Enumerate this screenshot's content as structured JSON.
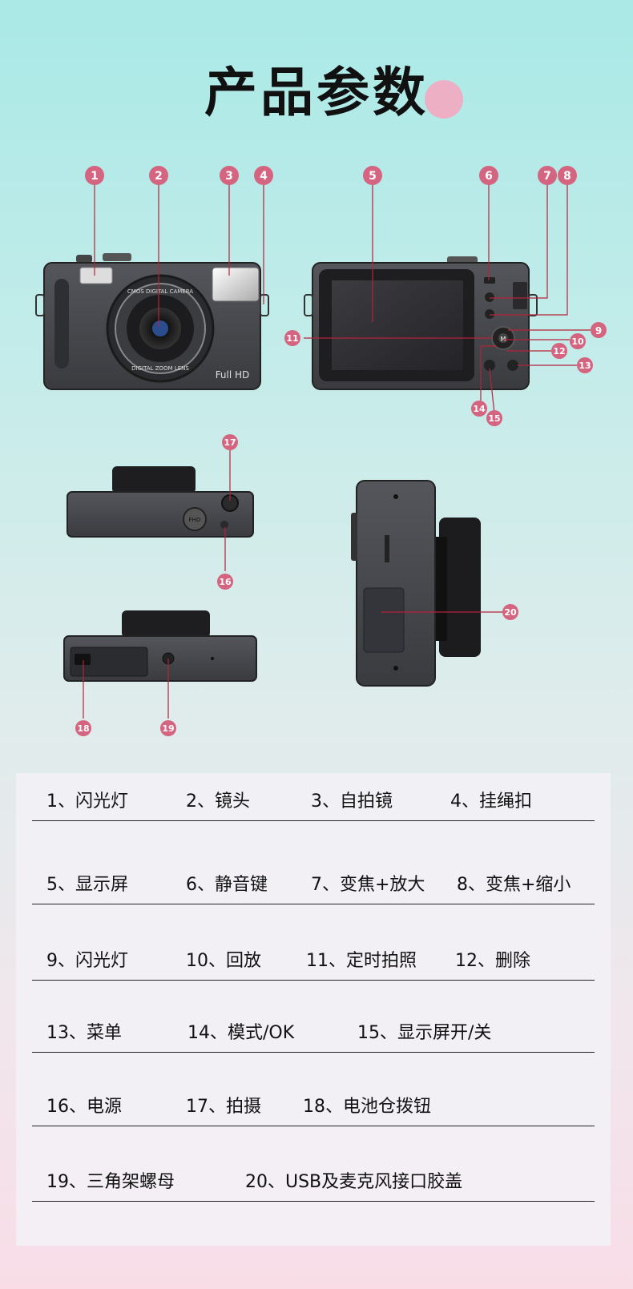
{
  "title": "产品参数",
  "callout_numbers": [
    "1",
    "2",
    "3",
    "4",
    "5",
    "6",
    "7",
    "8",
    "9",
    "10",
    "11",
    "12",
    "13",
    "14",
    "15",
    "16",
    "17",
    "18",
    "19",
    "20"
  ],
  "camera_front_text": {
    "ring_top": "CMOS DIGITAL CAMERA",
    "ring_bottom": "DIGITAL ZOOM LENS",
    "badge": "Full HD"
  },
  "camera_top_text": {
    "dial": "FHD"
  },
  "camera_back_text": {
    "center_button": "M"
  },
  "colors": {
    "callout": "#d4647f",
    "leader": "#b5233a",
    "body": "#3e3f43"
  },
  "params": {
    "rows": [
      [
        "1、闪光灯",
        "2、镜头",
        "3、自拍镜",
        "4、挂绳扣"
      ],
      [
        "5、显示屏",
        "6、静音键",
        "7、变焦+放大",
        "8、变焦+缩小"
      ],
      [
        "9、闪光灯",
        "10、回放",
        "11、定时拍照",
        "12、删除"
      ],
      [
        "13、菜单",
        "14、模式/OK",
        "15、显示屏开/关"
      ],
      [
        "16、电源",
        "17、拍摄",
        "18、电池仓拨钮"
      ],
      [
        "19、三角架螺母",
        "20、USB及麦克风接口胶盖"
      ]
    ]
  }
}
